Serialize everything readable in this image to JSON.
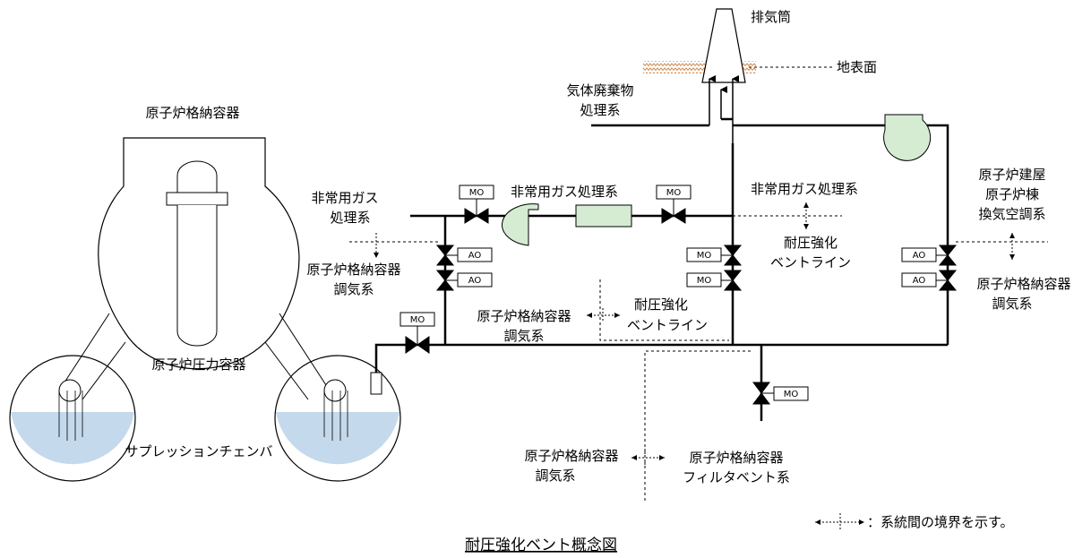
{
  "labels": {
    "stack": "排気筒",
    "ground": "地表面",
    "off_gas": [
      "気体廃棄物",
      "処理系"
    ],
    "pcv": "原子炉格納容器",
    "rpv": "原子炉圧力容器",
    "suppression": "サプレッションチェンバ",
    "sgts_left": [
      "非常用ガス",
      "処理系"
    ],
    "sgts_center": "非常用ガス処理系",
    "sgts_right": "非常用ガス処理系",
    "pcv_ac_left": [
      "原子炉格納容器",
      "調気系"
    ],
    "pcv_ac_mid": [
      "原子炉格納容器",
      "調気系"
    ],
    "pcv_ac_right": [
      "原子炉格納容器",
      "調気系"
    ],
    "pcv_ac_bottom": [
      "原子炉格納容器",
      "調気系"
    ],
    "hvent_mid": [
      "耐圧強化",
      "ベントライン"
    ],
    "hvent_right": [
      "耐圧強化",
      "ベントライン"
    ],
    "bldg_hvac": [
      "原子炉建屋",
      "原子炉棟",
      "換気空調系"
    ],
    "fcvs": [
      "原子炉格納容器",
      "フィルタベント系"
    ],
    "legend": "：系統間の境界を示す。",
    "title": "耐圧強化ベント概念図"
  },
  "valve_tags": {
    "mo": "MO",
    "ao": "AO"
  }
}
